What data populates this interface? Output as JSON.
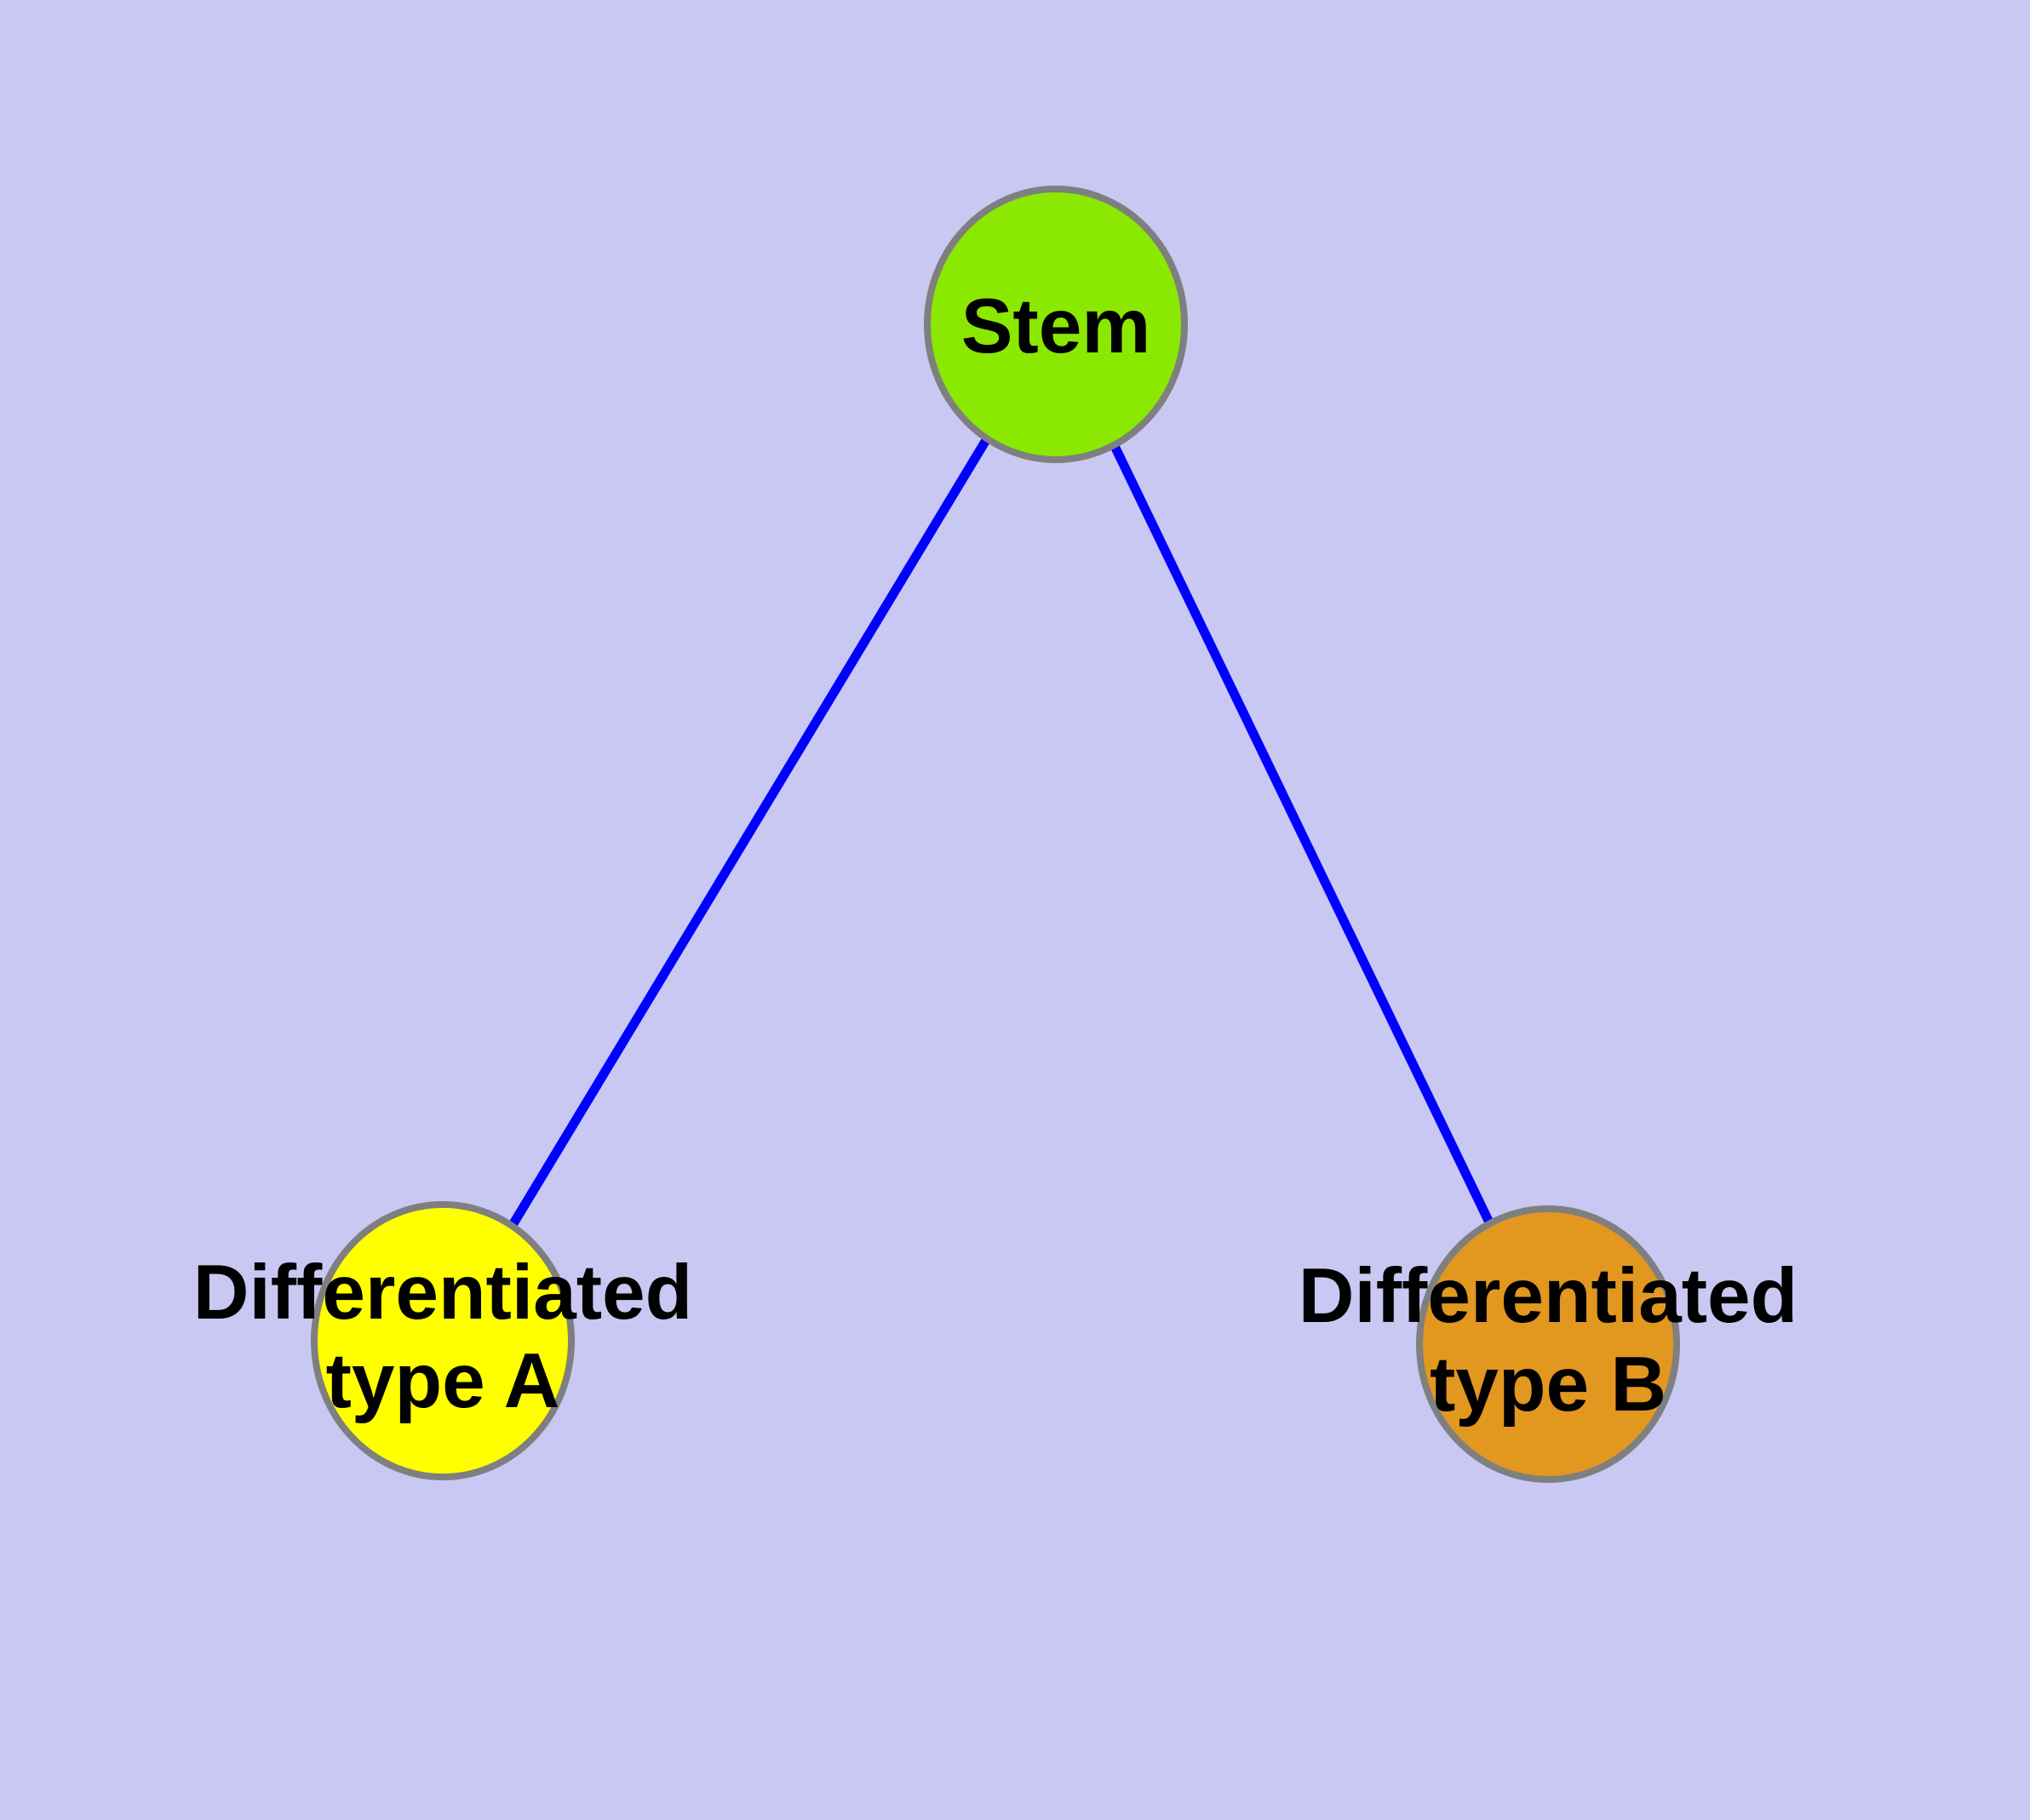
{
  "diagram": {
    "background_color": "#C8C8F2",
    "edge_color": "#0000FF",
    "node_border_color": "#7F7F7F",
    "text_color": "#000000",
    "nodes": [
      {
        "id": "stem",
        "label": "Stem",
        "label_line1": "Stem",
        "label_line2": "",
        "fill": "#8BE800"
      },
      {
        "id": "type-a",
        "label": "Differentiated type A",
        "label_line1": "Differentiated",
        "label_line2": "type A",
        "fill": "#FFFF00"
      },
      {
        "id": "type-b",
        "label": "Differentiated type B",
        "label_line1": "Differentiated",
        "label_line2": "type B",
        "fill": "#E2971F"
      }
    ],
    "edges": [
      {
        "from": "stem",
        "to": "type-a"
      },
      {
        "from": "stem",
        "to": "type-b"
      }
    ]
  }
}
